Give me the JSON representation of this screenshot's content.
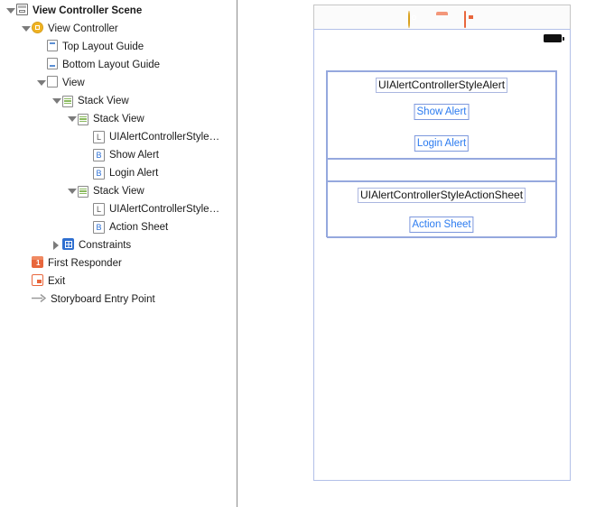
{
  "outline": {
    "rows": [
      {
        "label": "View Controller Scene",
        "icon": "scene-icon",
        "indent": 0,
        "disclosure": "open",
        "bold": true
      },
      {
        "label": "View Controller",
        "icon": "view-controller-icon",
        "indent": 1,
        "disclosure": "open",
        "bold": false
      },
      {
        "label": "Top Layout Guide",
        "icon": "top-layout-guide-icon",
        "indent": 2,
        "disclosure": "none",
        "bold": false
      },
      {
        "label": "Bottom Layout Guide",
        "icon": "bottom-layout-guide-icon",
        "indent": 2,
        "disclosure": "none",
        "bold": false
      },
      {
        "label": "View",
        "icon": "view-icon",
        "indent": 2,
        "disclosure": "open",
        "bold": false
      },
      {
        "label": "Stack View",
        "icon": "stack-view-icon",
        "indent": 3,
        "disclosure": "open",
        "bold": false
      },
      {
        "label": "Stack View",
        "icon": "stack-view-icon",
        "indent": 4,
        "disclosure": "open",
        "bold": false
      },
      {
        "label": "UIAlertControllerStyle…",
        "icon": "label-icon",
        "indent": 5,
        "disclosure": "none",
        "bold": false
      },
      {
        "label": "Show Alert",
        "icon": "button-icon",
        "indent": 5,
        "disclosure": "none",
        "bold": false
      },
      {
        "label": "Login Alert",
        "icon": "button-icon",
        "indent": 5,
        "disclosure": "none",
        "bold": false
      },
      {
        "label": "Stack View",
        "icon": "stack-view-icon",
        "indent": 4,
        "disclosure": "open",
        "bold": false
      },
      {
        "label": "UIAlertControllerStyle…",
        "icon": "label-icon",
        "indent": 5,
        "disclosure": "none",
        "bold": false
      },
      {
        "label": "Action Sheet",
        "icon": "button-icon",
        "indent": 5,
        "disclosure": "none",
        "bold": false
      },
      {
        "label": "Constraints",
        "icon": "constraints-icon",
        "indent": 3,
        "disclosure": "closed",
        "bold": false
      },
      {
        "label": "First Responder",
        "icon": "first-responder-icon",
        "indent": 1,
        "disclosure": "none",
        "bold": false
      },
      {
        "label": "Exit",
        "icon": "exit-icon",
        "indent": 1,
        "disclosure": "none",
        "bold": false
      },
      {
        "label": "Storyboard Entry Point",
        "icon": "entry-point-icon",
        "indent": 1,
        "disclosure": "none",
        "bold": false
      }
    ]
  },
  "canvas": {
    "scene_dock": {
      "items": [
        {
          "name": "view-controller-icon"
        },
        {
          "name": "first-responder-icon"
        },
        {
          "name": "exit-icon"
        }
      ]
    },
    "status_bar": {
      "battery": "battery-icon"
    },
    "stack": {
      "section_one": {
        "label": "UIAlertControllerStyleAlert",
        "buttons": [
          "Show Alert",
          "Login Alert"
        ]
      },
      "section_two": {
        "label": "UIAlertControllerStyleActionSheet",
        "buttons": [
          "Action Sheet"
        ]
      }
    }
  },
  "colors": {
    "accent_blue": "#2b7bf0",
    "guide_blue": "#95a8de",
    "dock_orange": "#e8663c",
    "vc_yellow": "#f0b323",
    "stack_green": "#8aba5e"
  }
}
